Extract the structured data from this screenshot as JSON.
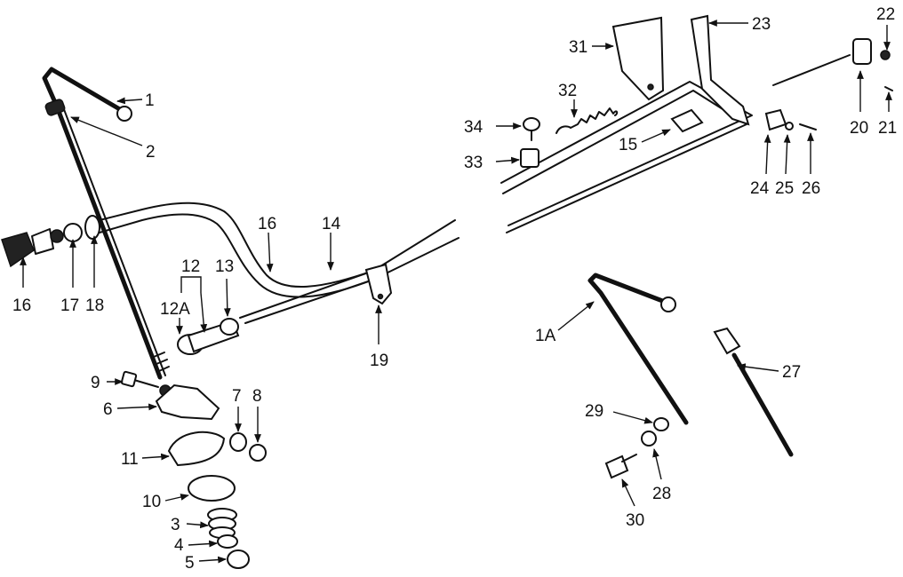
{
  "labels": {
    "l1": "1",
    "l2": "2",
    "l3": "3",
    "l4": "4",
    "l5": "5",
    "l6": "6",
    "l7": "7",
    "l8": "8",
    "l9": "9",
    "l10": "10",
    "l11": "11",
    "l12": "12",
    "l12a": "12A",
    "l13": "13",
    "l14": "14",
    "l15": "15",
    "l16a": "16",
    "l16b": "16",
    "l17": "17",
    "l18": "18",
    "l19": "19",
    "l20": "20",
    "l21": "21",
    "l22": "22",
    "l23": "23",
    "l24": "24",
    "l25": "25",
    "l26": "26",
    "l27": "27",
    "l28": "28",
    "l29": "29",
    "l30": "30",
    "l31": "31",
    "l32": "32",
    "l33": "33",
    "l34": "34",
    "l1a": "1A"
  }
}
